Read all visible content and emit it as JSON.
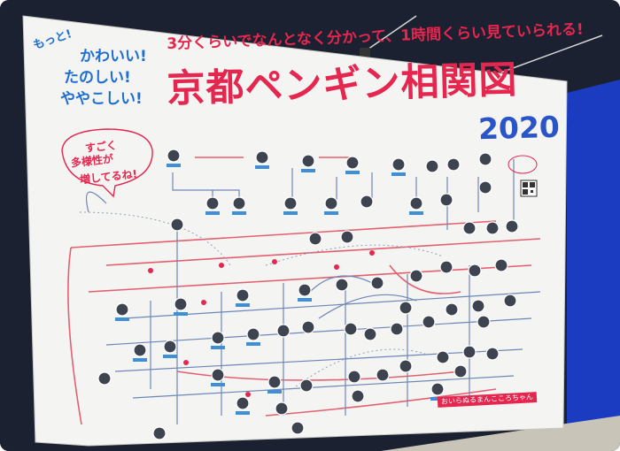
{
  "poster": {
    "tag_motto": "もっと!",
    "tag_line1": "かわいい!",
    "tag_line2": "たのしい!",
    "tag_line3": "ややこしい!",
    "subtitle": "3分くらいでなんとなく分かって、1時間くらい見ていられる!",
    "title": "京都ペンギン相関図",
    "year": "2020",
    "bubble_line1": "すごく",
    "bubble_line2": "多様性が",
    "bubble_line3": "増してるね!",
    "footer": "おいらぬるまんこころちゃん"
  },
  "colors": {
    "title_pink": "#e5264f",
    "accent_blue": "#1e6fd1",
    "year_blue": "#2a55c8",
    "line_red": "#e2606f",
    "line_blue": "#6d86b8"
  }
}
